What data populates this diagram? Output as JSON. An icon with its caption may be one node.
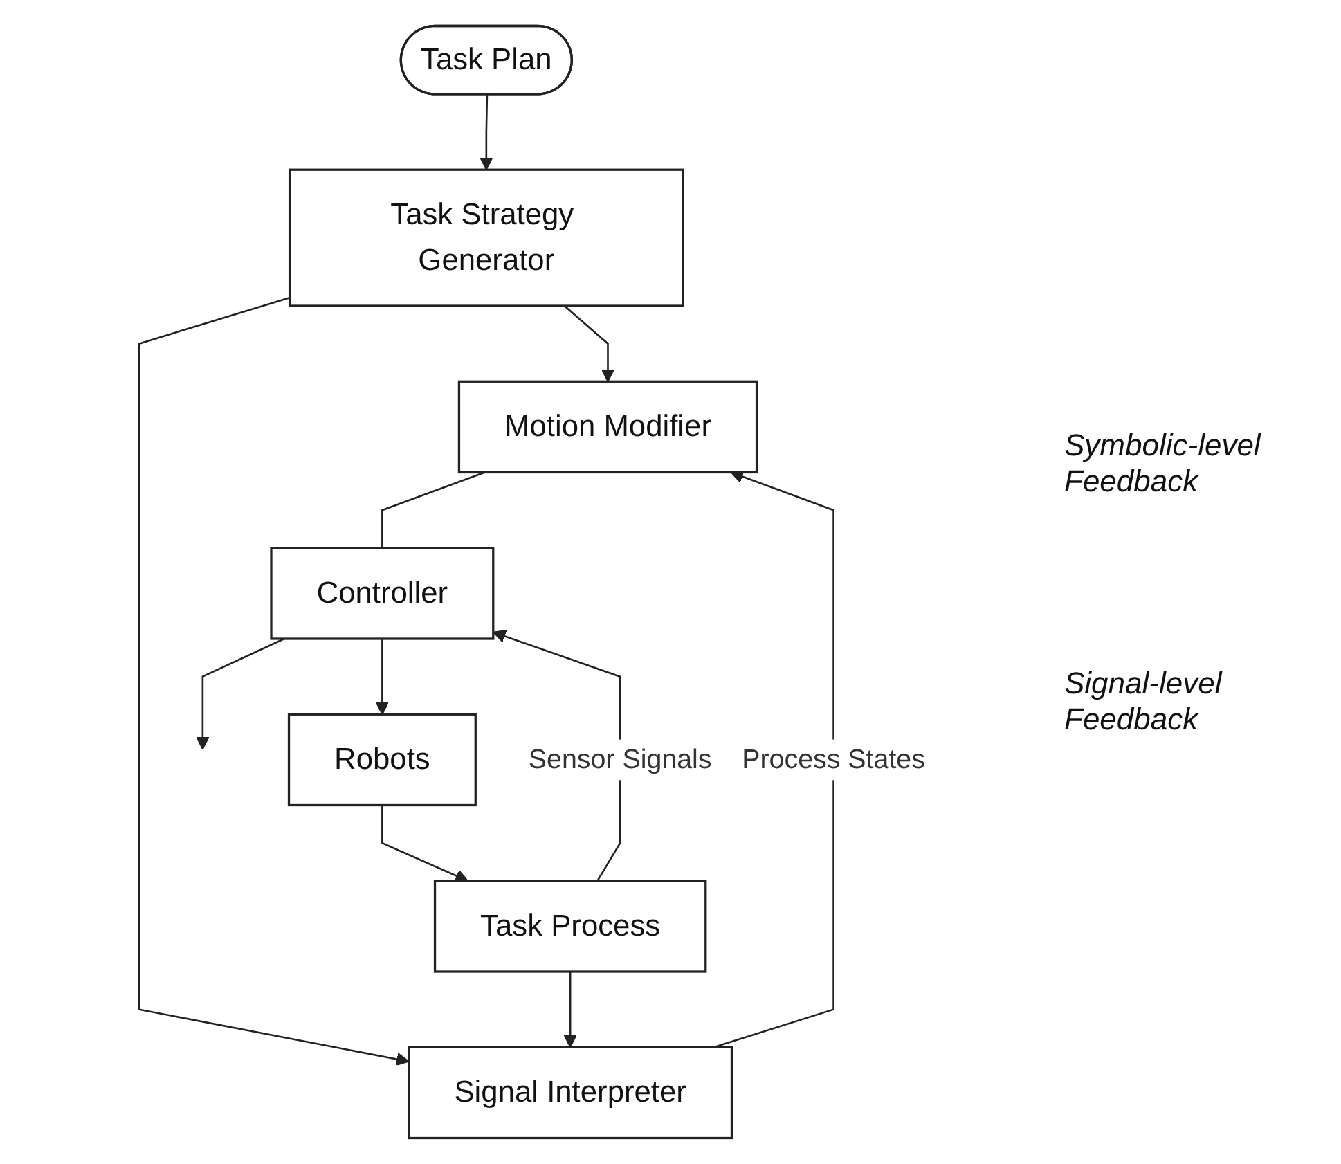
{
  "diagram": {
    "nodes": [
      {
        "text": [
          "Task Plan"
        ]
      },
      {
        "text": [
          "Task Strategy Generator"
        ]
      },
      {
        "text": [
          "Motion Modifier"
        ]
      },
      {
        "text": [
          "Signal Interpreter"
        ]
      },
      {
        "text": [
          "Controller"
        ]
      },
      {
        "text": [
          "Robots"
        ]
      },
      {
        "text": [
          "Task Process"
        ]
      }
    ],
    "edges": [
      {
        "from": 0,
        "to": 1,
        "arrow": "to"
      },
      {
        "from": 1,
        "to": 2,
        "arrow": "to"
      },
      {
        "from": 1,
        "to": 3,
        "arrow": "to"
      },
      {
        "from": 3,
        "to": 2,
        "arrow": "to",
        "label": "Process States"
      },
      {
        "from": 2,
        "to": 4,
        "arrow": "none"
      },
      {
        "from": 4,
        "to": null,
        "arrow": "to"
      },
      {
        "from": 4,
        "to": 5,
        "arrow": "to"
      },
      {
        "from": 5,
        "to": 6,
        "arrow": "to"
      },
      {
        "from": 6,
        "to": 3,
        "arrow": "to"
      },
      {
        "from": 6,
        "to": 4,
        "arrow": "to",
        "label": "Sensor Signals"
      }
    ],
    "labels": [
      "Symbolic-level Feedback",
      "Signal-level Feedback"
    ]
  }
}
